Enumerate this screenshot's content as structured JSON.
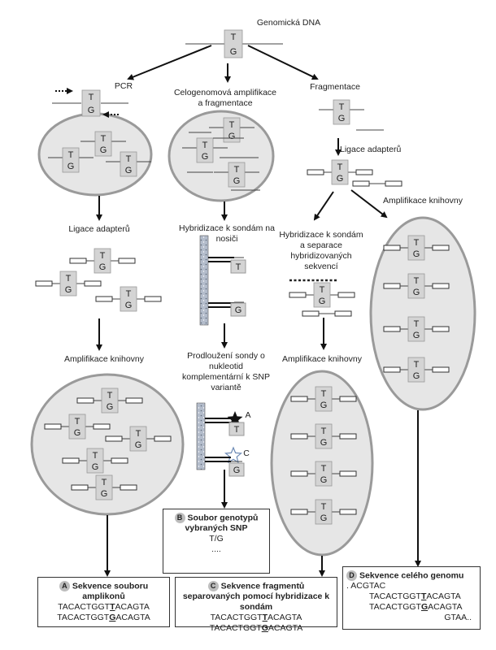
{
  "labels": {
    "genomic_dna": "Genomická DNA",
    "pcr": "PCR",
    "wga": "Celogenomová amplifikace a fragmentace",
    "fragmentation": "Fragmentace",
    "ligation_right": "Ligace adapterů",
    "ligation_left": "Ligace adapterů",
    "hyb_array": "Hybridizace k sondám na nosiči",
    "hyb_sep": "Hybridizace k sondám a separace hybridizovaných sekvencí",
    "lib_amp_right": "Amplifikace knihovny",
    "lib_amp_left": "Amplifikace knihovny",
    "lib_amp_mid": "Amplifikace knihovny",
    "extension": "Prodloužení sondy o nukleotid komplementární k SNP variantě",
    "allele_a": "A",
    "allele_c": "C",
    "allele_t": "T",
    "allele_g": "G"
  },
  "snp_box": {
    "top": "T",
    "bottom": "G"
  },
  "outputs": {
    "a": {
      "badge": "A",
      "title": "Sekvence souboru amplikonů",
      "seq1_pre": "TACACTGGT",
      "seq1_snp": "T",
      "seq1_post": "ACAGTA",
      "seq2_pre": "TACACTGGT",
      "seq2_snp": "G",
      "seq2_post": "ACAGTA"
    },
    "b": {
      "badge": "B",
      "title": "Soubor genotypů vybraných SNP",
      "line1": "T/G",
      "line2": "...."
    },
    "c": {
      "badge": "C",
      "title": "Sekvence fragmentů separovaných pomocí hybridizace k sondám",
      "seq1_pre": "TACACTGGT",
      "seq1_snp": "T",
      "seq1_post": "ACAGTA",
      "seq2_pre": "TACACTGGT",
      "seq2_snp": "G",
      "seq2_post": "ACAGTA"
    },
    "d": {
      "badge": "D",
      "title": "Sekvence celého genomu",
      "line0": ". ACGTAC",
      "seq1_pre": "TACACTGGT",
      "seq1_snp": "T",
      "seq1_post": "ACAGTA",
      "seq2_pre": "TACACTGGT",
      "seq2_snp": "G",
      "seq2_post": "ACAGTA",
      "line3": "GTAA.."
    }
  },
  "colors": {
    "ellipse_fill": "#e6e6e6",
    "ellipse_stroke": "#9a9a9a",
    "snp_fill": "#d4d4d4",
    "array_fill": "#a9b3c2"
  }
}
